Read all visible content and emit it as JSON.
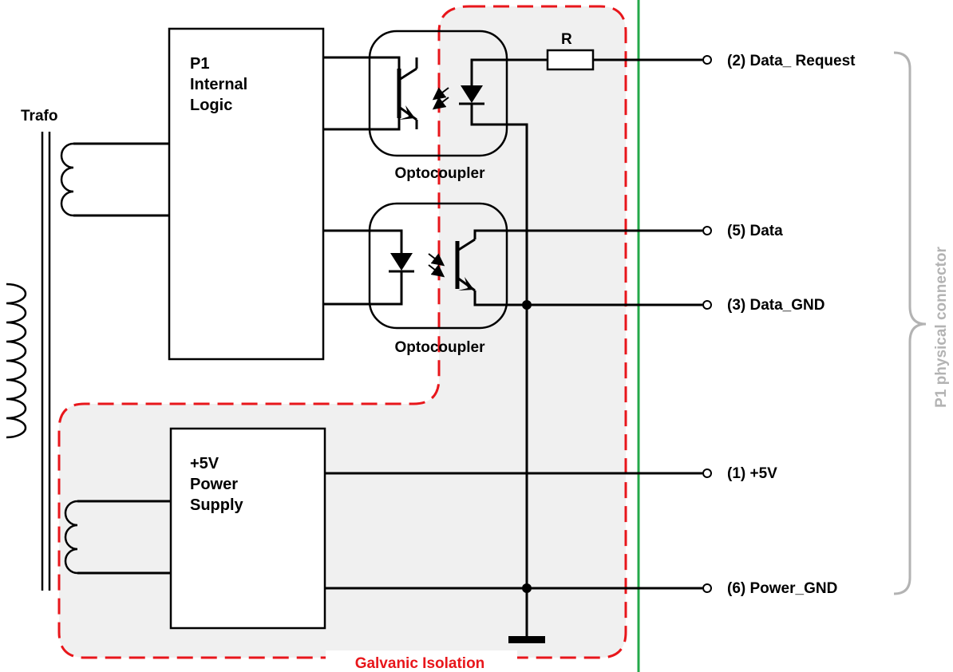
{
  "labels": {
    "trafo": "Trafo",
    "logic_line1": "P1",
    "logic_line2": "Internal",
    "logic_line3": "Logic",
    "psu_line1": "+5V",
    "psu_line2": "Power",
    "psu_line3": "Supply",
    "resistor": "R",
    "opto_top": "Optocoupler",
    "opto_bottom": "Optocoupler",
    "isolation": "Galvanic Isolation",
    "connector": "P1 physical connector"
  },
  "pins": [
    {
      "label": "(2) Data_ Request"
    },
    {
      "label": "(5) Data"
    },
    {
      "label": "(3) Data_GND"
    },
    {
      "label": "(1) +5V"
    },
    {
      "label": "(6) Power_GND"
    }
  ],
  "colors": {
    "isolation_border": "#e8161b",
    "isolation_fill": "#f0f0f0",
    "boundary_line": "#23a84a",
    "connector_brace": "#b3b3b3",
    "wire": "#000000"
  }
}
